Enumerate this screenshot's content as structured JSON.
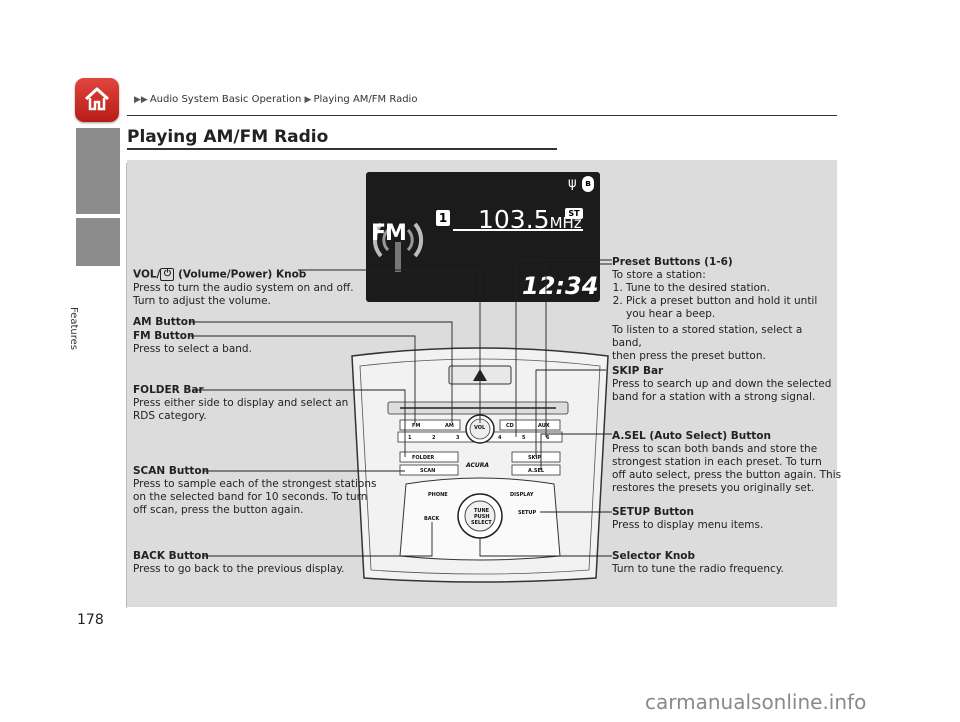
{
  "breadcrumb": {
    "level1": "Audio System Basic Operation",
    "level2": "Playing AM/FM Radio"
  },
  "side": {
    "label": "Features"
  },
  "page": {
    "title": "Playing AM/FM Radio",
    "number": "178"
  },
  "display": {
    "band": "FM",
    "preset_number": "1",
    "frequency": "103.5",
    "unit": "MHz",
    "stereo": "ST",
    "clock": "12:34",
    "band_preset": "1"
  },
  "labels": {
    "vol": {
      "title_a": "VOL/",
      "title_b": "(Volume/Power) Knob",
      "line1": "Press to turn the audio system on and off.",
      "line2": "Turn to adjust the volume."
    },
    "am": {
      "title": "AM Button"
    },
    "fm": {
      "title": "FM Button",
      "line1": "Press to select a band."
    },
    "folder": {
      "title": "FOLDER Bar",
      "line1": "Press either side to display and select an",
      "line2": "RDS category."
    },
    "scan": {
      "title": "SCAN Button",
      "line1": "Press to sample each of the strongest stations",
      "line2": "on the selected band for 10 seconds. To turn",
      "line3": "off scan, press the button again."
    },
    "back": {
      "title": "BACK Button",
      "line1": "Press to go back to the previous display."
    },
    "preset": {
      "title": "Preset Buttons (1-6)",
      "intro": "To store a station:",
      "step1": "Tune to the desired station.",
      "step2a": "Pick a preset button and hold it until",
      "step2b": "you hear a beep.",
      "line1": "To listen to a stored station, select a band,",
      "line2": "then press the preset button."
    },
    "skip": {
      "title": "SKIP Bar",
      "line1": "Press to search up and down the selected",
      "line2": "band for a station with a strong signal."
    },
    "asel": {
      "title": "A.SEL (Auto Select) Button",
      "line1": "Press to scan both bands and store the",
      "line2": "strongest station in each preset. To turn",
      "line3": "off auto select, press the button again. This",
      "line4": "restores the presets you originally set."
    },
    "setup": {
      "title": "SETUP Button",
      "line1": "Press to display menu items."
    },
    "selector": {
      "title": "Selector Knob",
      "line1": "Turn to tune the radio frequency."
    }
  },
  "controls": {
    "fm": "FM",
    "am": "AM",
    "cd": "CD",
    "aux": "AUX",
    "vol": "VOL",
    "folder": "FOLDER",
    "scan": "SCAN",
    "skip": "SKIP",
    "asel": "A.SEL",
    "phone": "PHONE",
    "display": "DISPLAY",
    "back": "BACK",
    "setup": "SETUP",
    "tune": "TUNE",
    "push": "PUSH",
    "select": "SELECT",
    "brand": "ACURA",
    "presets": [
      "1",
      "2",
      "3",
      "4",
      "5",
      "6"
    ]
  },
  "watermark": "carmanualsonline.info"
}
